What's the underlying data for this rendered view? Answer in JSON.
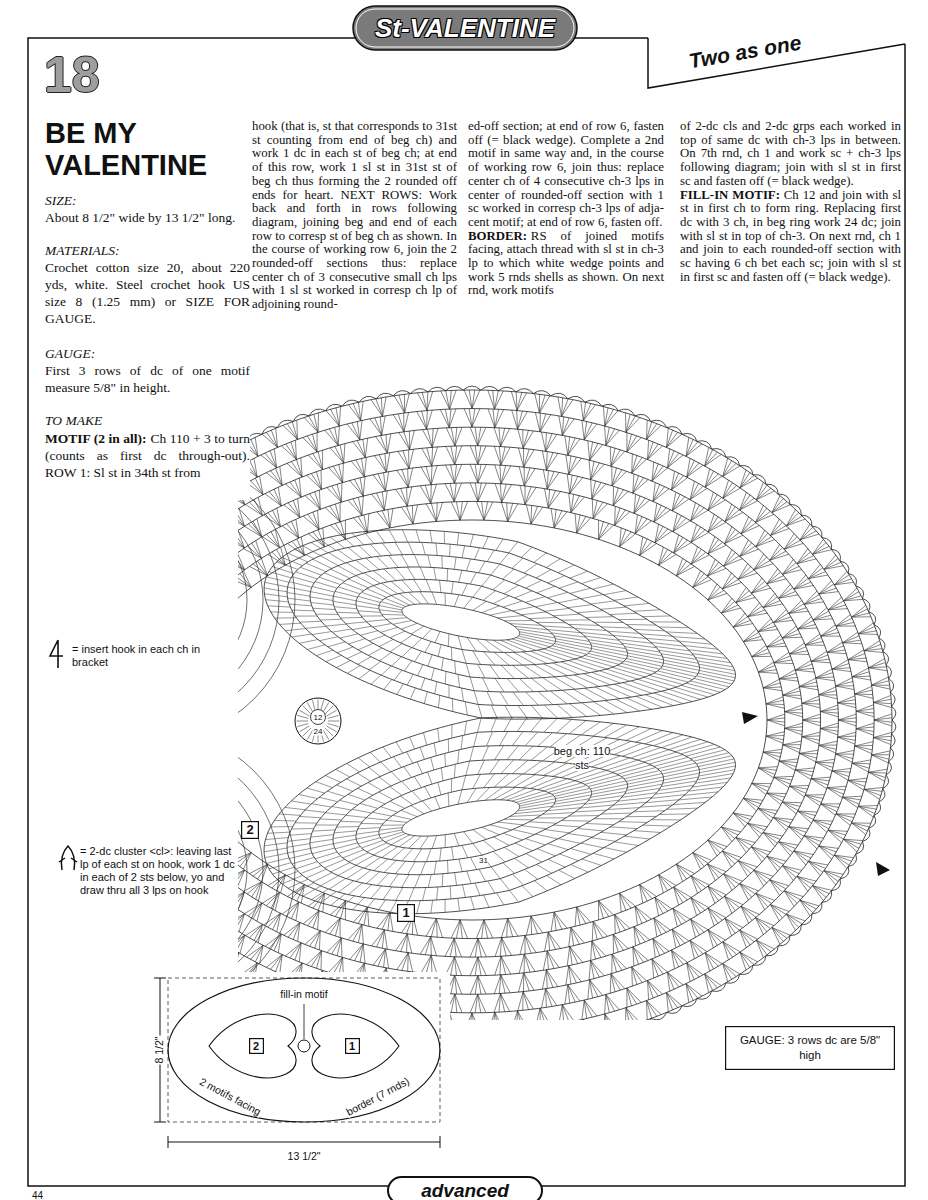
{
  "diagram": {
    "title": "BE MY VALENTINE",
    "nodes": [
      {
        "text": [
          "St-VALENTINE"
        ]
      },
      {
        "text": [
          "12",
          "24"
        ]
      },
      {
        "text": [
          "2"
        ]
      },
      {
        "text": [
          "1"
        ]
      },
      {
        "text": [
          "2"
        ]
      },
      {
        "text": [
          "1"
        ]
      },
      {
        "text": [
          "GAUGE: 3 rows dc are 5/8\" high"
        ]
      },
      {
        "text": [
          "advanced"
        ]
      }
    ],
    "labels": [
      "Two as one",
      "18",
      "SIZE:",
      "About 8 1/2\" wide by 13 1/2\" long.",
      "MATERIALS:",
      "Crochet cotton size 20, about 220 yds, white. Steel crochet hook US size 8 (1.25 mm) or SIZE FOR GAUGE.",
      "GAUGE:",
      "First 3 rows of dc of one motif measure 5/8\" in height.",
      "TO MAKE",
      "MOTIF (2 in all):",
      "Ch 110 + 3 to turn (counts as first dc through-out). ROW 1: Sl st in 34th st from",
      "hook (that is, st that corresponds to 31st st counting from end of beg ch) and work 1 dc in each st of beg ch; at end of this row, work 1 sl st in 31st st of beg ch thus forming the 2 rounded off ends for heart. NEXT ROWS: Work back and forth in rows following diagram, joining beg and end of each row to corresp st of beg ch as shown. In the course of working row 6, join the 2 rounded-off sections thus: replace center ch of 3 consecutive small ch lps with 1 sl st worked in corresp ch lp of adjoining round-",
      "ed-off section; at end of row 6, fasten off (= black wedge). Complete a 2nd motif in same way and, in the course of working row 6, join thus: replace center ch of 4 consecutive ch-3 lps in center of rounded-off section with 1 sc worked in corresp ch-3 lps of adja-cent motif; at end of row 6, fasten off.",
      "BORDER:",
      "RS of joined motifs facing, attach thread with sl st in ch-3 lp to which white wedge points and work 5 rnds shells as shown. On next rnd, work motifs",
      "of 2-dc cls and 2-dc grps each worked in top of same dc with ch-3 lps in between. On 7th rnd, ch 1 and work sc + ch-3 lps following diagram; join with sl st in first sc and fasten off (= black wedge).",
      "FILL-IN MOTIF:",
      "Ch 12 and join with sl st in first ch to form ring. Replacing first dc with 3 ch, in beg ring work 24 dc; join with sl st in top of ch-3. On next rnd, ch 1 and join to each rounded-off section with sc having 6 ch bet each sc; join with sl st in first sc and fasten off (= black wedge).",
      "beg ch: 110 sts",
      "31",
      "fill-in motif",
      "8 1/2\"",
      "13 1/2\"",
      "2 motifs facing",
      "border (7 rnds)",
      "44"
    ],
    "legend": [
      {
        "text": "= insert hook in each ch in bracket"
      },
      {
        "text": "= 2-dc cluster <cl>: leaving last lp of each st on hook, work 1 dc in each of 2 sts below, yo and draw thru all 3 lps on hook"
      }
    ]
  }
}
